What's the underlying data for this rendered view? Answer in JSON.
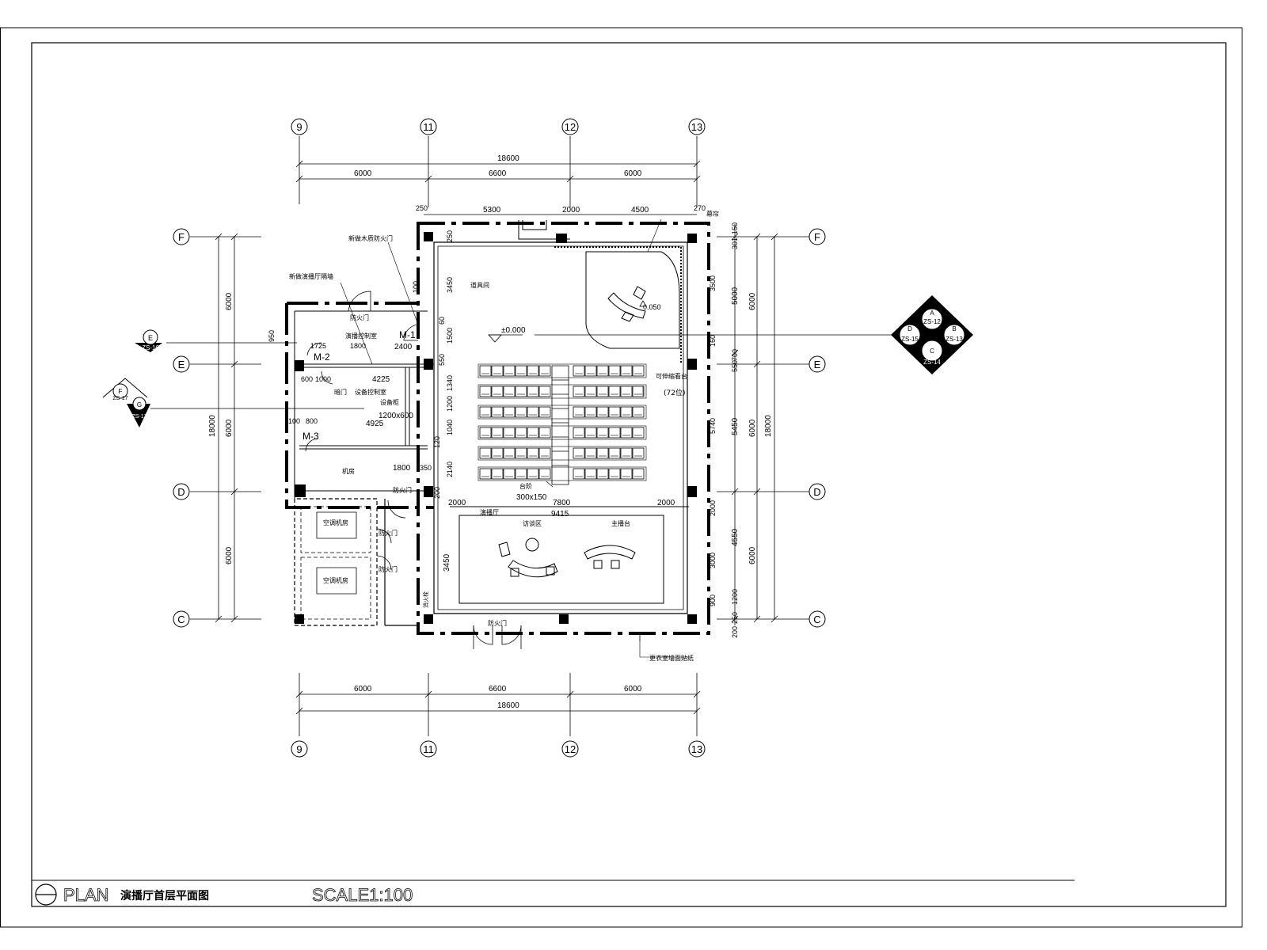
{
  "title_block": {
    "plan_label": "PLAN",
    "plan_name": "演播厅首层平面图",
    "scale": "SCALE1:100"
  },
  "grid": {
    "columns": [
      "9",
      "11",
      "12",
      "13"
    ],
    "rows": [
      "F",
      "E",
      "D",
      "C"
    ]
  },
  "dimensions": {
    "top_total": "18600",
    "top_spans": [
      "6000",
      "6600",
      "6000"
    ],
    "top_detail": [
      "250",
      "5300",
      "2000",
      "4500",
      "270"
    ],
    "bottom_spans": [
      "6000",
      "6600",
      "6000"
    ],
    "bottom_total": "18600",
    "left_spans": [
      "6000",
      "6000",
      "6000"
    ],
    "left_total": "18000",
    "right_detail": [
      "150",
      "3500",
      "5000",
      "160",
      "700",
      "550",
      "5740",
      "5450",
      "2000",
      "4550",
      "3000",
      "1200",
      "900",
      "250",
      "200",
      "301"
    ],
    "right_spans": [
      "6000",
      "6000",
      "6000"
    ],
    "right_total": "18000",
    "interior": [
      "250",
      "3450",
      "100",
      "1500",
      "60",
      "550",
      "1340",
      "1200",
      "1040",
      "120",
      "2140",
      "200",
      "1725",
      "1800",
      "950",
      "600",
      "1000",
      "4225",
      "100",
      "800",
      "4925",
      "1800",
      "350",
      "2000",
      "7800",
      "2000",
      "9415",
      "3450",
      "2400"
    ]
  },
  "labels": {
    "door_new_wood": "新做木质防火门",
    "wall_new": "新做演播厅隔墙",
    "fire_door": "防火门",
    "control_room": "演播控制室",
    "equipment_room": "设备控制室",
    "equipment_cabinet": "设备柜",
    "cabinet_size": "1200x600",
    "m1": "M-1",
    "m2": "M-2",
    "m3": "M-3",
    "machine_room": "机房",
    "door_small": "暗门",
    "prop_room": "道具间",
    "level": "±0.000",
    "level2": "0.050",
    "seating": "可伸缩看台",
    "seat_count": "(72位)",
    "step": "台阶",
    "step_size": "300x150",
    "studio": "演播厅",
    "interview": "访谈区",
    "anchor": "主播台",
    "ac_room_1": "空调机房",
    "ac_room_2": "空调机房",
    "fire_door_2": "防火门",
    "fire_door_3": "防火门",
    "fire_door_4": "防火门",
    "curtain": "幕帘",
    "wall_finish": "更衣室墙面贴纸",
    "fire_hydrant": "消火栓"
  },
  "section_marks": {
    "e_mark": {
      "letter": "E",
      "sheet": "ZS-16"
    },
    "f_mark": {
      "letter": "F",
      "sheet": "ZS-17"
    },
    "g_mark": {
      "letter": "G",
      "sheet": "ZS-17"
    },
    "index": {
      "a": "A",
      "a_sheet": "ZS-12",
      "b": "B",
      "b_sheet": "ZS-13",
      "c": "C",
      "c_sheet": "ZS-14",
      "d": "D",
      "d_sheet": "ZS-15"
    }
  }
}
